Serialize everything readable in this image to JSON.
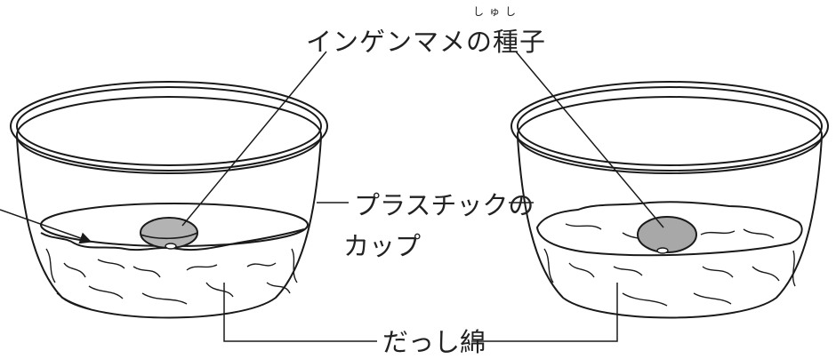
{
  "labels": {
    "seed": "インゲンマメの種子",
    "seed_furigana": "しゅし",
    "cup_line1": "プラスチックの",
    "cup_line2": "カップ",
    "cotton": "だっし綿"
  },
  "colors": {
    "outline": "#1a1a1a",
    "seed_fill": "#b3b3b3",
    "seed_fill_dry": "#a8a8a8",
    "water_fill": "#ffffff",
    "background": "#ffffff"
  }
}
